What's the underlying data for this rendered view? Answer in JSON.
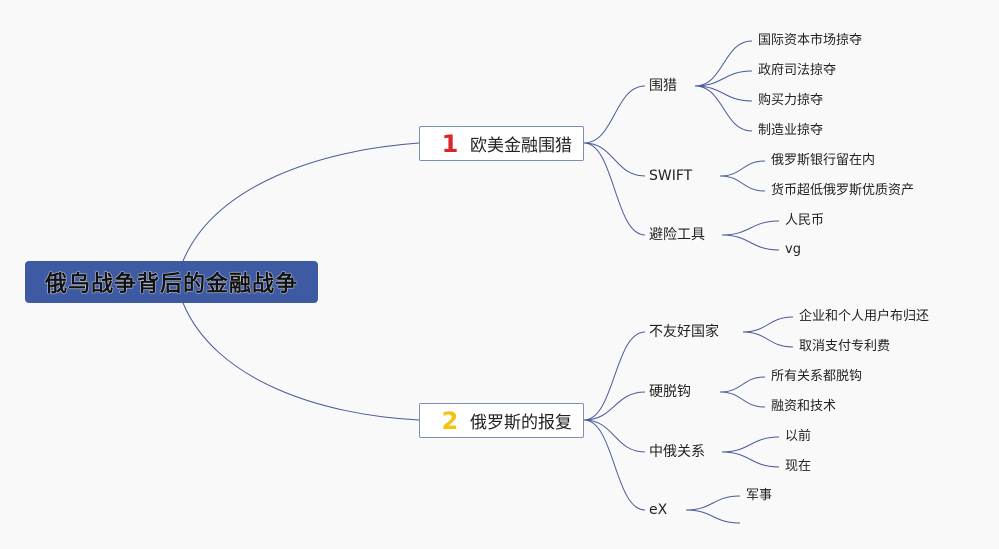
{
  "root": {
    "label": "俄乌战争背后的金融战争"
  },
  "branches": [
    {
      "badge": "1",
      "badge_color": "#d8262c",
      "label": "欧美金融围猎",
      "children": [
        {
          "label": "围猎",
          "leaves": [
            "国际资本市场掠夺",
            "政府司法掠夺",
            "购买力掠夺",
            "制造业掠夺"
          ]
        },
        {
          "label": "SWIFT",
          "leaves": [
            "俄罗斯银行留在内",
            "货币超低俄罗斯优质资产"
          ]
        },
        {
          "label": "避险工具",
          "leaves": [
            "人民币",
            "vg"
          ]
        }
      ]
    },
    {
      "badge": "2",
      "badge_color": "#f2c40f",
      "label": "俄罗斯的报复",
      "children": [
        {
          "label": "不友好国家",
          "leaves": [
            "企业和个人用户布归还",
            "取消支付专利费"
          ]
        },
        {
          "label": "硬脱钩",
          "leaves": [
            "所有关系都脱钩",
            "融资和技术"
          ]
        },
        {
          "label": "中俄关系",
          "leaves": [
            "以前",
            "现在"
          ]
        },
        {
          "label": "eX",
          "leaves": [
            "军事",
            ""
          ]
        }
      ]
    }
  ],
  "colors": {
    "line": "#4a5a9a",
    "root_fill": "#3d5aa3",
    "node_border": "#7d8fb5"
  }
}
